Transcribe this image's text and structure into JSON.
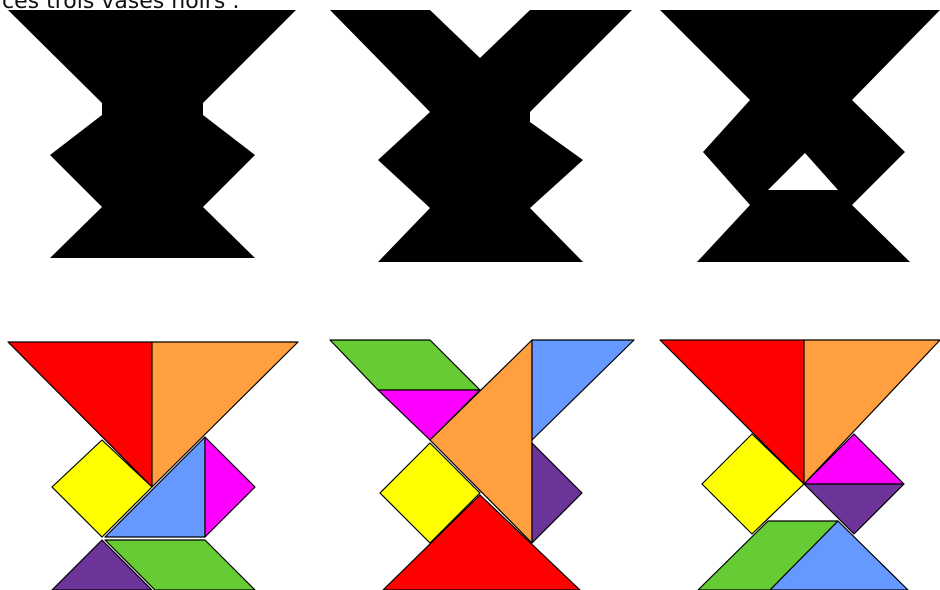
{
  "heading": "ces trois vases noirs :",
  "palette": {
    "red": "#FF0000",
    "orange": "#FF9F3F",
    "yellow": "#FFFF00",
    "blue": "#6699FF",
    "magenta": "#FF00FF",
    "purple": "#6C3399",
    "green": "#66CC33",
    "black": "#000000",
    "background": "#FFFFFF"
  },
  "figures": [
    {
      "name": "vase-1",
      "silhouette": "black",
      "solution_pieces": [
        "red",
        "orange",
        "yellow",
        "blue",
        "magenta",
        "purple",
        "green"
      ]
    },
    {
      "name": "vase-2",
      "silhouette": "black",
      "solution_pieces": [
        "green",
        "magenta",
        "orange",
        "blue",
        "yellow",
        "purple",
        "red"
      ]
    },
    {
      "name": "vase-3",
      "silhouette": "black",
      "solution_pieces": [
        "red",
        "orange",
        "yellow",
        "magenta",
        "purple",
        "green",
        "blue"
      ]
    }
  ]
}
